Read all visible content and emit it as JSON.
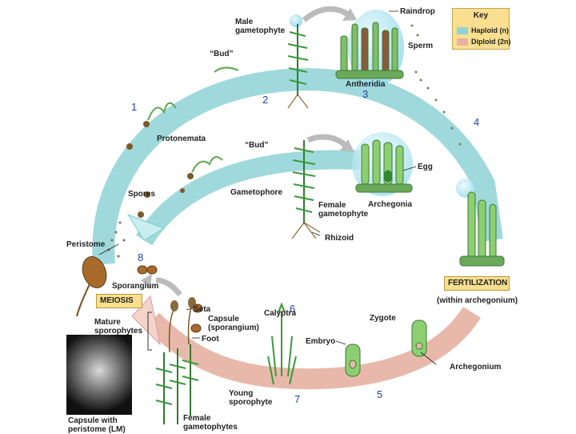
{
  "key": {
    "title": "Key",
    "haploid_label": "Haploid (n)",
    "diploid_label": "Diploid (2n)",
    "haploid_color": "#8fd3d6",
    "diploid_color": "#e6b3a4"
  },
  "stage_numbers": [
    "1",
    "2",
    "3",
    "4",
    "5",
    "6",
    "7",
    "8"
  ],
  "labels": {
    "male_gametophyte_1": "Male",
    "male_gametophyte_2": "gametophyte",
    "raindrop": "Raindrop",
    "sperm": "Sperm",
    "antheridia": "Antheridia",
    "bud_top": "“Bud”",
    "protonemata": "Protonemata",
    "bud_mid": "“Bud”",
    "egg": "Egg",
    "spores": "Spores",
    "gametophore": "Gametophore",
    "archegonia": "Archegonia",
    "female_gametophyte_1": "Female",
    "female_gametophyte_2": "gametophyte",
    "rhizoid": "Rhizoid",
    "peristome": "Peristome",
    "sporangium": "Sporangium",
    "fertilization": "FERTILIZATION",
    "within_archegonium": "(within archegonium)",
    "meiosis": "MEIOSIS",
    "seta": "Seta",
    "capsule_1": "Capsule",
    "capsule_2": "(sporangium)",
    "calyptra": "Calyptra",
    "foot": "Foot",
    "mature_sporophytes_1": "Mature",
    "mature_sporophytes_2": "sporophytes",
    "zygote": "Zygote",
    "embryo": "Embryo",
    "archegonium": "Archegonium",
    "young_sporophyte_1": "Young",
    "young_sporophyte_2": "sporophyte",
    "capsule_peristome_1": "Capsule with",
    "capsule_peristome_2": "peristome (LM)",
    "female_gametophytes_1": "Female",
    "female_gametophytes_2": "gametophytes"
  }
}
